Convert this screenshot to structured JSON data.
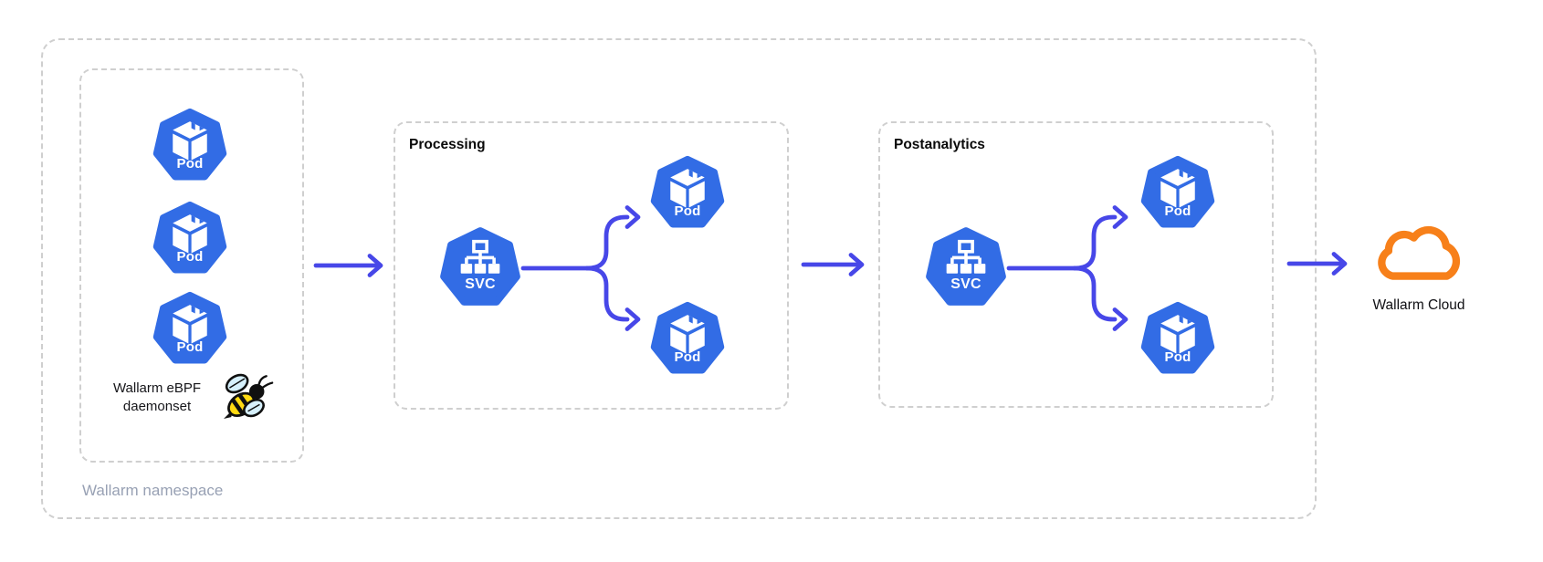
{
  "colors": {
    "node_blue": "#326CE5",
    "connector_blue": "#4747E8",
    "cloud_orange": "#F7801A",
    "dashed_border": "#CFCFCF",
    "namespace_label_gray": "#98A1B4"
  },
  "namespace": {
    "label": "Wallarm namespace",
    "daemonset": {
      "caption_line1": "Wallarm eBPF",
      "caption_line2": "daemonset",
      "bee_icon": "ebpf-bee",
      "pods": [
        {
          "label": "Pod"
        },
        {
          "label": "Pod"
        },
        {
          "label": "Pod"
        }
      ]
    },
    "processing": {
      "title": "Processing",
      "service": {
        "label": "SVC",
        "icon": "service-hierarchy"
      },
      "pods": [
        {
          "label": "Pod"
        },
        {
          "label": "Pod"
        }
      ]
    },
    "postanalytics": {
      "title": "Postanalytics",
      "service": {
        "label": "SVC",
        "icon": "service-hierarchy"
      },
      "pods": [
        {
          "label": "Pod"
        },
        {
          "label": "Pod"
        }
      ]
    }
  },
  "cloud": {
    "label": "Wallarm Cloud",
    "icon": "cloud-outline"
  }
}
